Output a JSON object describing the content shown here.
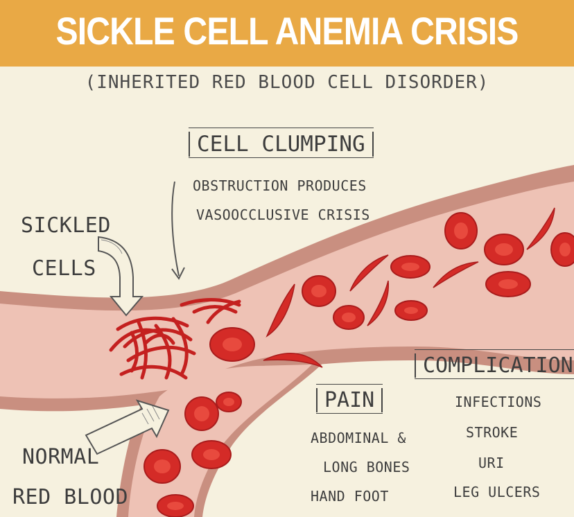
{
  "header": {
    "title": "SICKLE CELL ANEMIA CRISIS",
    "subtitle": "(INHERITED RED BLOOD CELL DISORDER)"
  },
  "labels": {
    "cell_clumping": {
      "heading": "CELL CLUMPING",
      "line1": "OBSTRUCTION PRODUCES",
      "line2": "VASOOCCLUSIVE CRISIS"
    },
    "sickled_cells": {
      "line1": "SICKLED",
      "line2": "CELLS"
    },
    "normal_blood": {
      "line1": "NORMAL",
      "line2": "RED BLOOD"
    },
    "pain": {
      "heading": "PAIN",
      "line1": "ABDOMINAL &",
      "line2": "LONG BONES",
      "line3": "HAND FOOT"
    },
    "complications": {
      "heading": "COMPLICATIONS",
      "items": [
        "INFECTIONS",
        "STROKE",
        "URI",
        "LEG ULCERS"
      ]
    }
  },
  "colors": {
    "banner": "#e9a945",
    "background": "#f6f1df",
    "vessel_wall": "#c98f80",
    "vessel_inner": "#eec2b5",
    "cell": "#d42b27",
    "cell_dark": "#a91c1c"
  }
}
